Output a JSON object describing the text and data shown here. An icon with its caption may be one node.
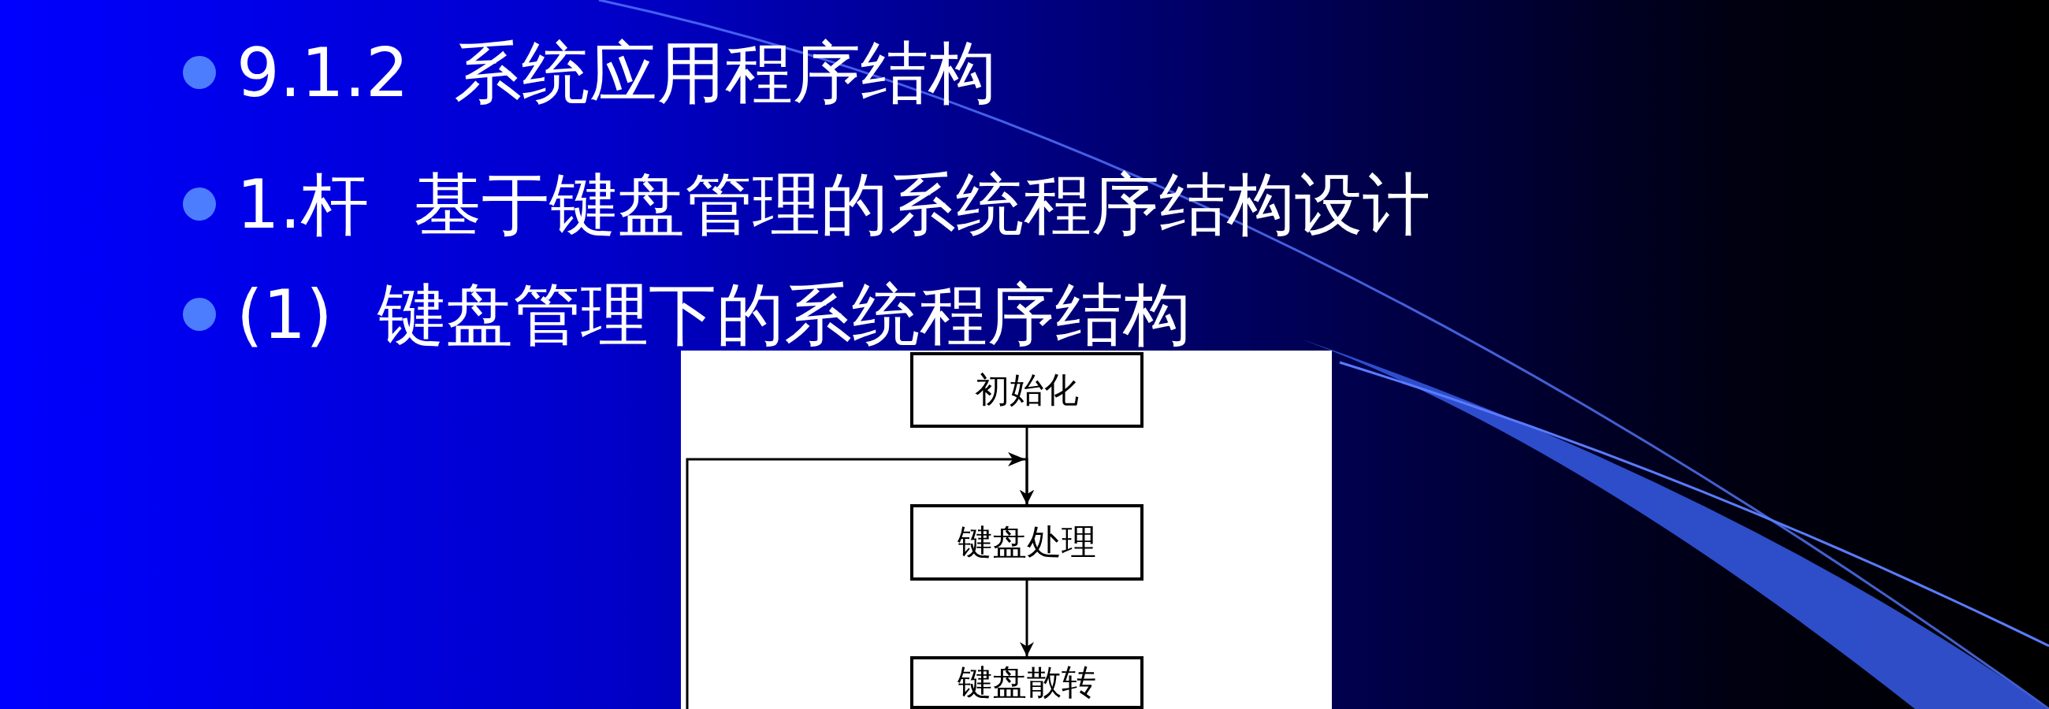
{
  "diagram": {
    "title": "9.1.2 系统应用程序结构",
    "nodes": [
      {
        "text": [
          "初始化"
        ]
      },
      {
        "text": [
          "键盘处理"
        ]
      },
      {
        "text": [
          "键盘散转"
        ]
      }
    ],
    "edges": [
      {
        "from": 0,
        "to": 1,
        "arrow": "to"
      },
      {
        "from": 1,
        "to": 2,
        "arrow": "to"
      },
      {
        "from": null,
        "to": 1,
        "arrow": "to"
      }
    ],
    "labels": [
      "1.杆 基于键盘管理的系统程序结构设计",
      "(1) 键盘管理下的系统程序结构"
    ]
  }
}
